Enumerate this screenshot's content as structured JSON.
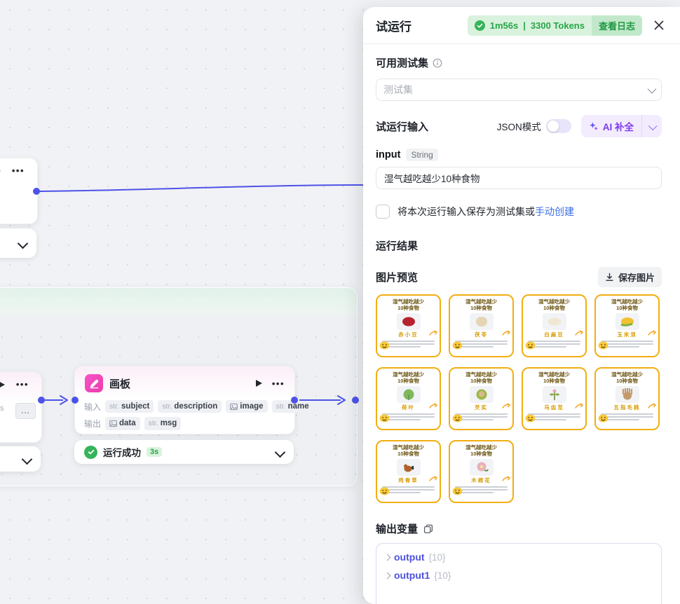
{
  "colors": {
    "accent_green": "#27a546",
    "accent_purple": "#7c3aed",
    "link_blue": "#3a6ee8",
    "connector_blue": "#4d53e8",
    "card_border": "#f2ae12",
    "node_pink": "#ee42b5"
  },
  "panel": {
    "title": "试运行",
    "run_badge": {
      "duration": "1m56s",
      "sep": "|",
      "tokens": "3300 Tokens",
      "view_logs": "查看日志"
    },
    "test_set": {
      "label": "可用测试集",
      "placeholder": "测试集"
    },
    "run_input": {
      "label": "试运行输入",
      "json_mode_label": "JSON模式",
      "ai_button_label": "AI 补全"
    },
    "input_field": {
      "name": "input",
      "type": "String",
      "value": "湿气越吃越少10种食物"
    },
    "save_row": {
      "text": "将本次运行输入保存为测试集或",
      "link": "手动创建"
    },
    "result": {
      "label": "运行结果",
      "preview_label": "图片预览",
      "save_button": "保存图片"
    },
    "output": {
      "label": "输出变量",
      "items": [
        {
          "name": "output",
          "size": "{10}"
        },
        {
          "name": "output1",
          "size": "{10}"
        }
      ]
    }
  },
  "cards": {
    "title_line1": "湿气越吃越少",
    "title_line2": "10种食物",
    "items": [
      {
        "name": "赤小豆",
        "color": "#b5232e"
      },
      {
        "name": "茯苓",
        "color": "#e3d5b4"
      },
      {
        "name": "白扁豆",
        "color": "#f0e8d2"
      },
      {
        "name": "玉米须",
        "color": "#f0c232"
      },
      {
        "name": "荷叶",
        "color": "#7fb95c"
      },
      {
        "name": "芡实",
        "color": "#9cb84a"
      },
      {
        "name": "马齿苋",
        "color": "#8fae4e"
      },
      {
        "name": "五指毛桃",
        "color": "#c49a6c"
      },
      {
        "name": "鸡骨草",
        "color": "#b0622a"
      },
      {
        "name": "木棉花",
        "color": "#e8b0ba"
      }
    ]
  },
  "canvas": {
    "tag_prefix": "str.",
    "board_node": {
      "title": "画板",
      "input_label": "输入",
      "output_label": "输出",
      "inputs": [
        {
          "name": "subject"
        },
        {
          "name": "description"
        },
        {
          "name": "image"
        },
        {
          "name": "name"
        }
      ],
      "outputs": [
        {
          "name": "data"
        },
        {
          "name": "msg"
        }
      ],
      "status": {
        "text": "运行成功",
        "time": "3s"
      }
    },
    "fragment_text": "s",
    "ghost_more": "..."
  }
}
